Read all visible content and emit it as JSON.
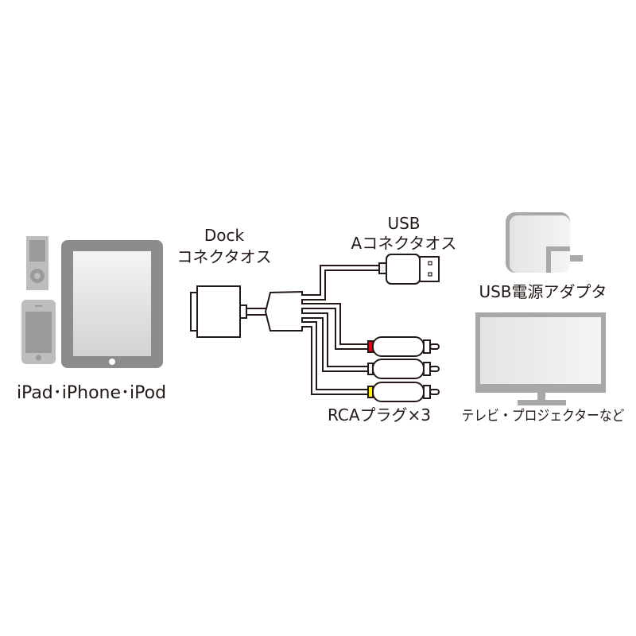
{
  "labels": {
    "devices": "iPad･iPhone･iPod",
    "dock_line1": "Dock",
    "dock_line2": "コネクタオス",
    "usb_line1": "USB",
    "usb_line2": "Aコネクタオス",
    "rca": "RCAプラグ×3",
    "adapter": "USB電源アダプタ",
    "tv": "テレビ・プロジェクターなど"
  },
  "colors": {
    "line": "#231815",
    "device_gray": "#8c8c8c",
    "light_gray": "#bdbdbd",
    "rca_red": "#e60012",
    "rca_white": "#eeeeee",
    "rca_yellow": "#fff100"
  }
}
